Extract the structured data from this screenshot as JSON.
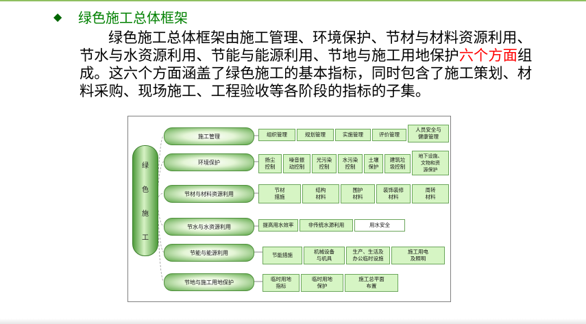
{
  "heading": {
    "bullet": "◆",
    "title": "绿色施工总体框架"
  },
  "paragraph": {
    "part1": "绿色施工总体框架由施工管理、环境保护、节材与材料资源利用、节水与水资源利用、节能与能源利用、节地与施工用地保护",
    "highlight": "六个方面",
    "part2": "组成。这六个方面涵盖了绿色施工的基本指标，同时包含了施工策划、材料采购、现场施工、工程验收等各阶段的指标的子集。"
  },
  "diagram": {
    "root_chars": [
      "绿",
      "色",
      "施",
      "工"
    ],
    "categories": [
      {
        "label": "施工管理"
      },
      {
        "label": "环境保护"
      },
      {
        "label": "节材与材料资源利用"
      },
      {
        "label": "节水与水资源利用"
      },
      {
        "label": "节能与能源利用"
      },
      {
        "label": "节地与施工用地保护"
      }
    ],
    "rows": [
      [
        "组织管理",
        "规划管理",
        "实施管理",
        "评价管理",
        "人员安全与\n健康管理"
      ],
      [
        "扬尘\n控制",
        "噪音振\n动控制",
        "光污染\n控制",
        "水污染\n控制",
        "土壤\n保护",
        "建筑垃\n圾控制",
        "地下设施、\n文物和资\n源保护"
      ],
      [
        "节材\n措施",
        "结构\n材料",
        "围护\n材料",
        "装饰装修\n材料",
        "周转\n材料"
      ],
      [
        "提高用水效率",
        "非传统水源利用",
        "用水安全"
      ],
      [
        "节能措施",
        "机械设备\n与机具",
        "生产、生活及\n办公临时设施",
        "施工用电\n及照明"
      ],
      [
        "临时用地\n指标",
        "临时用地\n保护",
        "施工总平面\n布置"
      ]
    ]
  },
  "colors": {
    "heading": "#008000",
    "highlight": "#ff0000",
    "box_fill": "#d6f5c4",
    "box_border": "#6aa55a"
  }
}
